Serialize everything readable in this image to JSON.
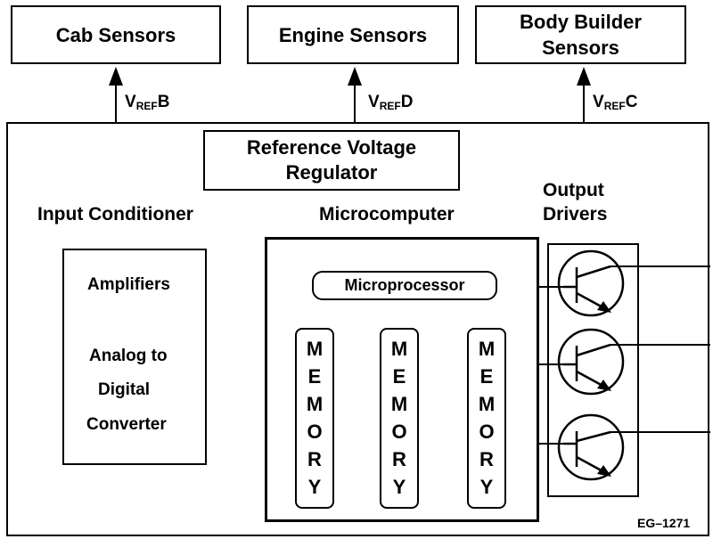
{
  "sensors": {
    "cab": "Cab Sensors",
    "engine": "Engine Sensors",
    "body_builder_line1": "Body Builder",
    "body_builder_line2": "Sensors"
  },
  "vref": {
    "v": "V",
    "sub": "REF",
    "cab_suffix": "B",
    "engine_suffix": "D",
    "body_suffix": "C"
  },
  "regulator": {
    "line1": "Reference Voltage",
    "line2": "Regulator"
  },
  "input_conditioner": {
    "title": "Input Conditioner",
    "amplifiers": "Amplifiers",
    "adc_line1": "Analog to",
    "adc_line2": "Digital",
    "adc_line3": "Converter"
  },
  "microcomputer": {
    "title": "Microcomputer",
    "microprocessor": "Microprocessor",
    "memory_letters": [
      "M",
      "E",
      "M",
      "O",
      "R",
      "Y"
    ]
  },
  "output_drivers": {
    "line1": "Output",
    "line2": "Drivers"
  },
  "figure_id": "EG–1271"
}
